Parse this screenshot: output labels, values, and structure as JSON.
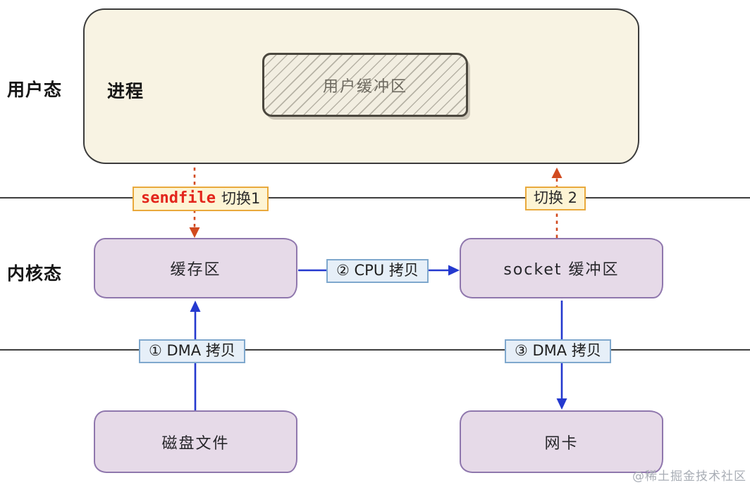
{
  "diagram": {
    "regions": {
      "user_mode": "用户态",
      "kernel_mode": "内核态"
    },
    "nodes": {
      "process": "进程",
      "user_buffer": "用户缓冲区",
      "kernel_buffer": "缓存区",
      "socket_buffer": "socket 缓冲区",
      "disk_file": "磁盘文件",
      "nic": "网卡"
    },
    "edge_labels": {
      "sendfile_keyword": "sendfile",
      "sendfile_switch": "切换1",
      "switch_2": "切换 2",
      "cpu_copy": "② CPU 拷贝",
      "dma_copy_1": "① DMA 拷贝",
      "dma_copy_3": "③ DMA 拷贝"
    },
    "colors": {
      "user_space_fill": "#f8f3e3",
      "user_space_border": "#3c3c3c",
      "user_buffer_fill": "#f2eee1",
      "kernel_box_fill": "#e6dae8",
      "kernel_box_border": "#8f77ad",
      "switch_label_fill": "#fdf4d4",
      "switch_label_border": "#e9a93c",
      "sendfile_keyword_color": "#e3261c",
      "copy_label_fill": "#e6eff8",
      "copy_label_border": "#7fa8cd",
      "copy_arrow": "#2439cf",
      "mode_switch_arrow": "#d14a1f",
      "separator_line": "#3d3d3d"
    },
    "watermark": "@稀土掘金技术社区"
  }
}
